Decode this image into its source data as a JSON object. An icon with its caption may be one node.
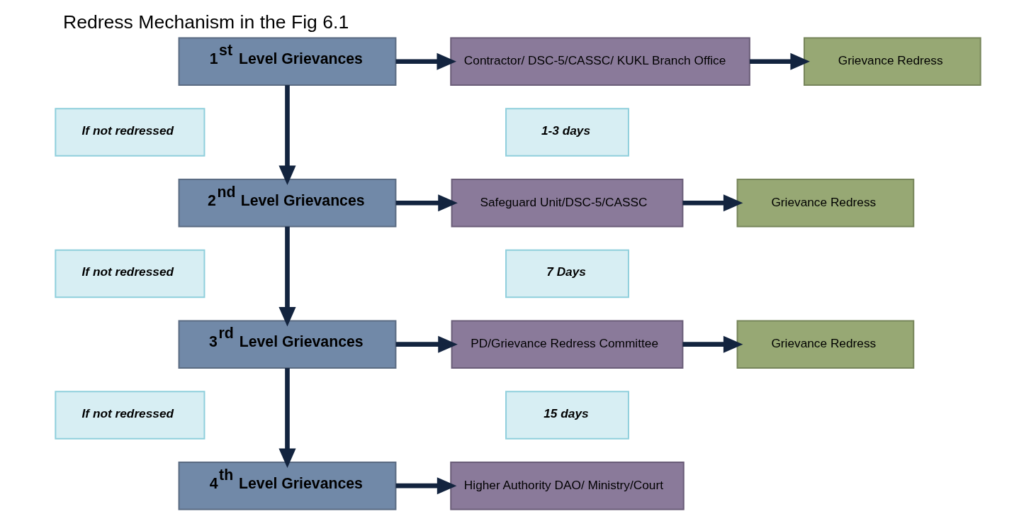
{
  "diagram": {
    "title": "Redress Mechanism in the Fig 6.1",
    "nodes": [
      {
        "text": [
          "1$^{st}$ Level Grievances"
        ]
      },
      {
        "text": [
          "Contractor/ DSC-5/CASSC/ KUKL Branch Office"
        ]
      },
      {
        "text": [
          "Grievance Redress"
        ]
      },
      {
        "text": [
          "If not redressed"
        ]
      },
      {
        "text": [
          "1-3 days"
        ]
      },
      {
        "text": [
          "2$^{nd}$ Level Grievances"
        ]
      },
      {
        "text": [
          "Safeguard Unit/DSC-5/CASSC"
        ]
      },
      {
        "text": [
          "Grievance Redress"
        ]
      },
      {
        "text": [
          "If not redressed"
        ]
      },
      {
        "text": [
          "7 Days"
        ]
      },
      {
        "text": [
          "3$^{rd}$ Level Grievances"
        ]
      },
      {
        "text": [
          "PD/Grievance Redress Committee"
        ]
      },
      {
        "text": [
          "Grievance Redress"
        ]
      },
      {
        "text": [
          "If not redressed"
        ]
      },
      {
        "text": [
          "15 days"
        ]
      },
      {
        "text": [
          "4$^{th}$ Level Grievances"
        ]
      },
      {
        "text": [
          "Higher Authority DAO/ Ministry/Court"
        ]
      }
    ],
    "edges": [
      {
        "from": 0,
        "to": 1,
        "arrow": "to"
      },
      {
        "from": 1,
        "to": 2,
        "arrow": "to"
      },
      {
        "from": 0,
        "to": 5,
        "arrow": "to"
      },
      {
        "from": 5,
        "to": 6,
        "arrow": "to"
      },
      {
        "from": 6,
        "to": 7,
        "arrow": "to"
      },
      {
        "from": 5,
        "to": 10,
        "arrow": "to"
      },
      {
        "from": 10,
        "to": 11,
        "arrow": "to"
      },
      {
        "from": 11,
        "to": 12,
        "arrow": "to"
      },
      {
        "from": 10,
        "to": 15,
        "arrow": "to"
      },
      {
        "from": 15,
        "to": 16,
        "arrow": "to"
      }
    ]
  }
}
